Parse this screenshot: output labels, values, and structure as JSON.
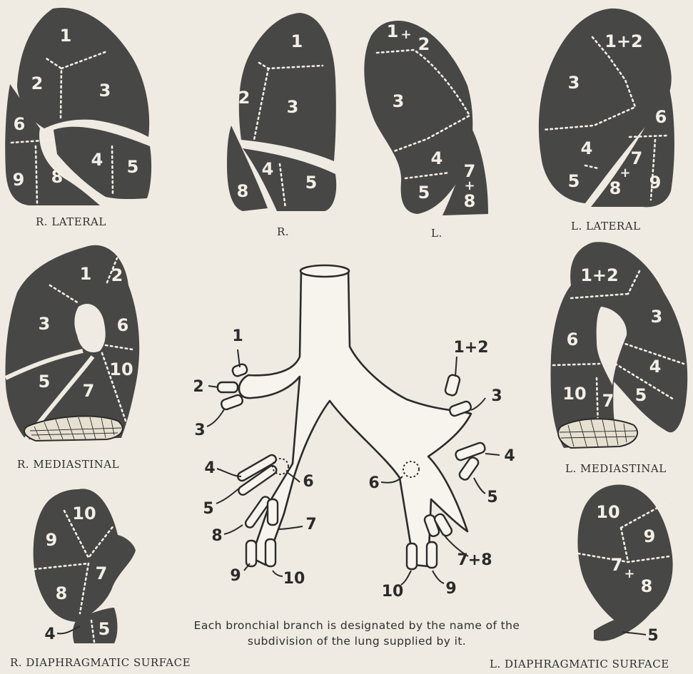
{
  "captions": {
    "r_lateral": "R. LATERAL",
    "r": "R.",
    "l": "L.",
    "l_lateral": "L. LATERAL",
    "r_mediastinal": "R. MEDIASTINAL",
    "l_mediastinal": "L. MEDIASTINAL",
    "r_diaphragmatic": "R. DIAPHRAGMATIC SURFACE",
    "l_diaphragmatic": "L. DIAPHRAGMATIC SURFACE"
  },
  "note": {
    "line1": "Each bronchial branch is designated by the name of the",
    "line2": "subdivision of the lung supplied by it."
  },
  "segments": {
    "r_lateral": [
      "1",
      "2",
      "3",
      "6",
      "4",
      "5",
      "9",
      "8"
    ],
    "r_front": [
      "1",
      "2",
      "3",
      "4",
      "5",
      "8"
    ],
    "l_front": [
      "1",
      "+",
      "2",
      "3",
      "4",
      "5",
      "7",
      "+",
      "8"
    ],
    "l_lateral": [
      "1+2",
      "3",
      "6",
      "4",
      "7",
      "+",
      "5",
      "8",
      "9"
    ],
    "r_mediastinal": [
      "1",
      "2",
      "3",
      "6",
      "10",
      "5",
      "7"
    ],
    "l_mediastinal": [
      "1+2",
      "3",
      "6",
      "4",
      "10",
      "7",
      "5"
    ],
    "r_diaphragmatic": [
      "10",
      "9",
      "7",
      "8",
      "5"
    ],
    "l_diaphragmatic": [
      "10",
      "9",
      "7",
      "+",
      "8"
    ]
  },
  "bronchi": {
    "right": [
      "1",
      "2",
      "3",
      "4",
      "5",
      "6",
      "8",
      "7",
      "9",
      "10"
    ],
    "left": [
      "1+2",
      "3",
      "4",
      "5",
      "6",
      "7+8",
      "10",
      "9"
    ]
  },
  "diaphragm_leaders": {
    "r_4": "4",
    "l_5": "5"
  },
  "colors": {
    "lung": "#474745",
    "paper": "#efebe2",
    "ink": "#2b2b2b"
  }
}
